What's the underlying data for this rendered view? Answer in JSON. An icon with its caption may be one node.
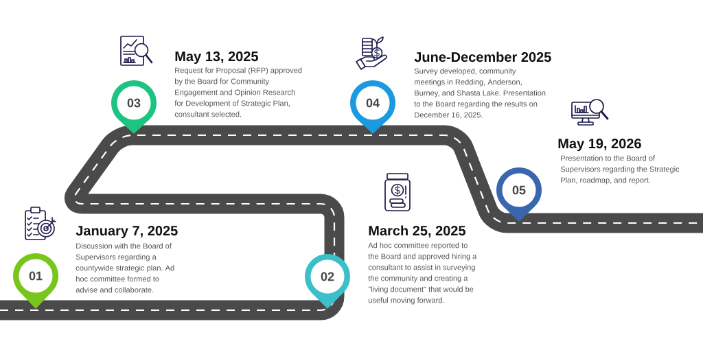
{
  "diagram": {
    "nodes": [
      {
        "text": [
          "01"
        ],
        "beside": [
          "January 7, 2025",
          "Discussion with the Board of Supervisors regarding a countywide strategic plan. Ad hoc committee formed to advise and collaborate."
        ]
      },
      {
        "text": [
          "02"
        ],
        "beside": [
          "March 25, 2025",
          "Ad hoc committee reported to the Board and approved hiring a consultant to assist in surveying the community and creating a \"living document\" that would be useful moving forward."
        ]
      },
      {
        "text": [
          "03"
        ],
        "beside": [
          "May 13, 2025",
          "Request for Proposal (RFP) approved by the Board for Community Engagement and Opinion Research for Development of Strategic Plan, consultant selected."
        ]
      },
      {
        "text": [
          "04"
        ],
        "beside": [
          "June-December 2025",
          "Survey developed, community meetings in Redding, Anderson, Burney, and Shasta Lake. Presentation to the Board regarding the results on December 16, 2025."
        ]
      },
      {
        "text": [
          "05"
        ],
        "beside": [
          "May 19, 2026",
          "Presentation to the Board of Supervisors regarding the Strategic Plan, roadmap, and report."
        ]
      }
    ]
  }
}
